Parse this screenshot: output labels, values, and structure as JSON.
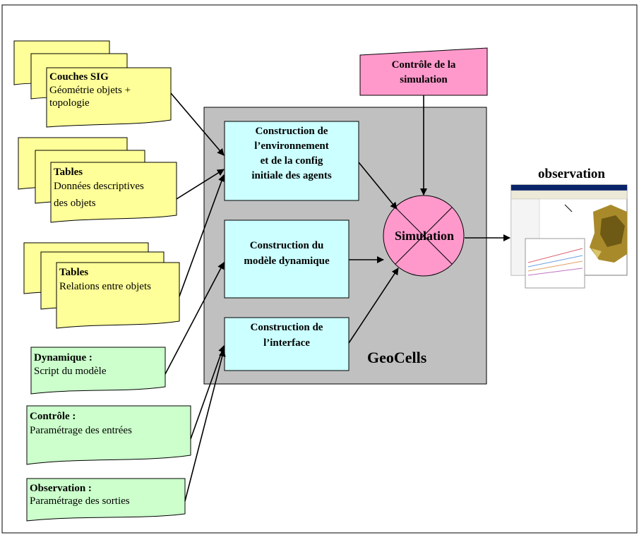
{
  "doc_groups": [
    {
      "title": "Couches SIG",
      "lines": [
        "Géométrie objets +",
        "topologie"
      ]
    },
    {
      "title": "Tables",
      "lines": [
        "Données descriptives",
        "des objets"
      ]
    },
    {
      "title": "Tables",
      "lines": [
        "Relations entre objets"
      ]
    }
  ],
  "param_docs": [
    {
      "title": "Dynamique :",
      "line": "Script du modèle"
    },
    {
      "title": "Contrôle :",
      "line": "Paramétrage des entrées"
    },
    {
      "title": "Observation :",
      "line": "Paramétrage des sorties"
    }
  ],
  "control_box": {
    "lines": [
      "Contrôle de la",
      "simulation"
    ]
  },
  "geocells": {
    "label": "GeoCells"
  },
  "construction_boxes": [
    {
      "lines": [
        "Construction de",
        "l’environnement",
        "et de la config",
        "initiale des agents"
      ]
    },
    {
      "lines": [
        "Construction du",
        "modèle dynamique"
      ]
    },
    {
      "lines": [
        "Construction de",
        "l’interface"
      ]
    }
  ],
  "simulation": {
    "label": "Simulation"
  },
  "observation": {
    "label": "observation"
  },
  "colors": {
    "yellow_doc": "#ffff99",
    "green_doc": "#ccffcc",
    "cyan_box": "#ccffff",
    "pink": "#ff99cc",
    "grey_panel": "#c0c0c0"
  }
}
